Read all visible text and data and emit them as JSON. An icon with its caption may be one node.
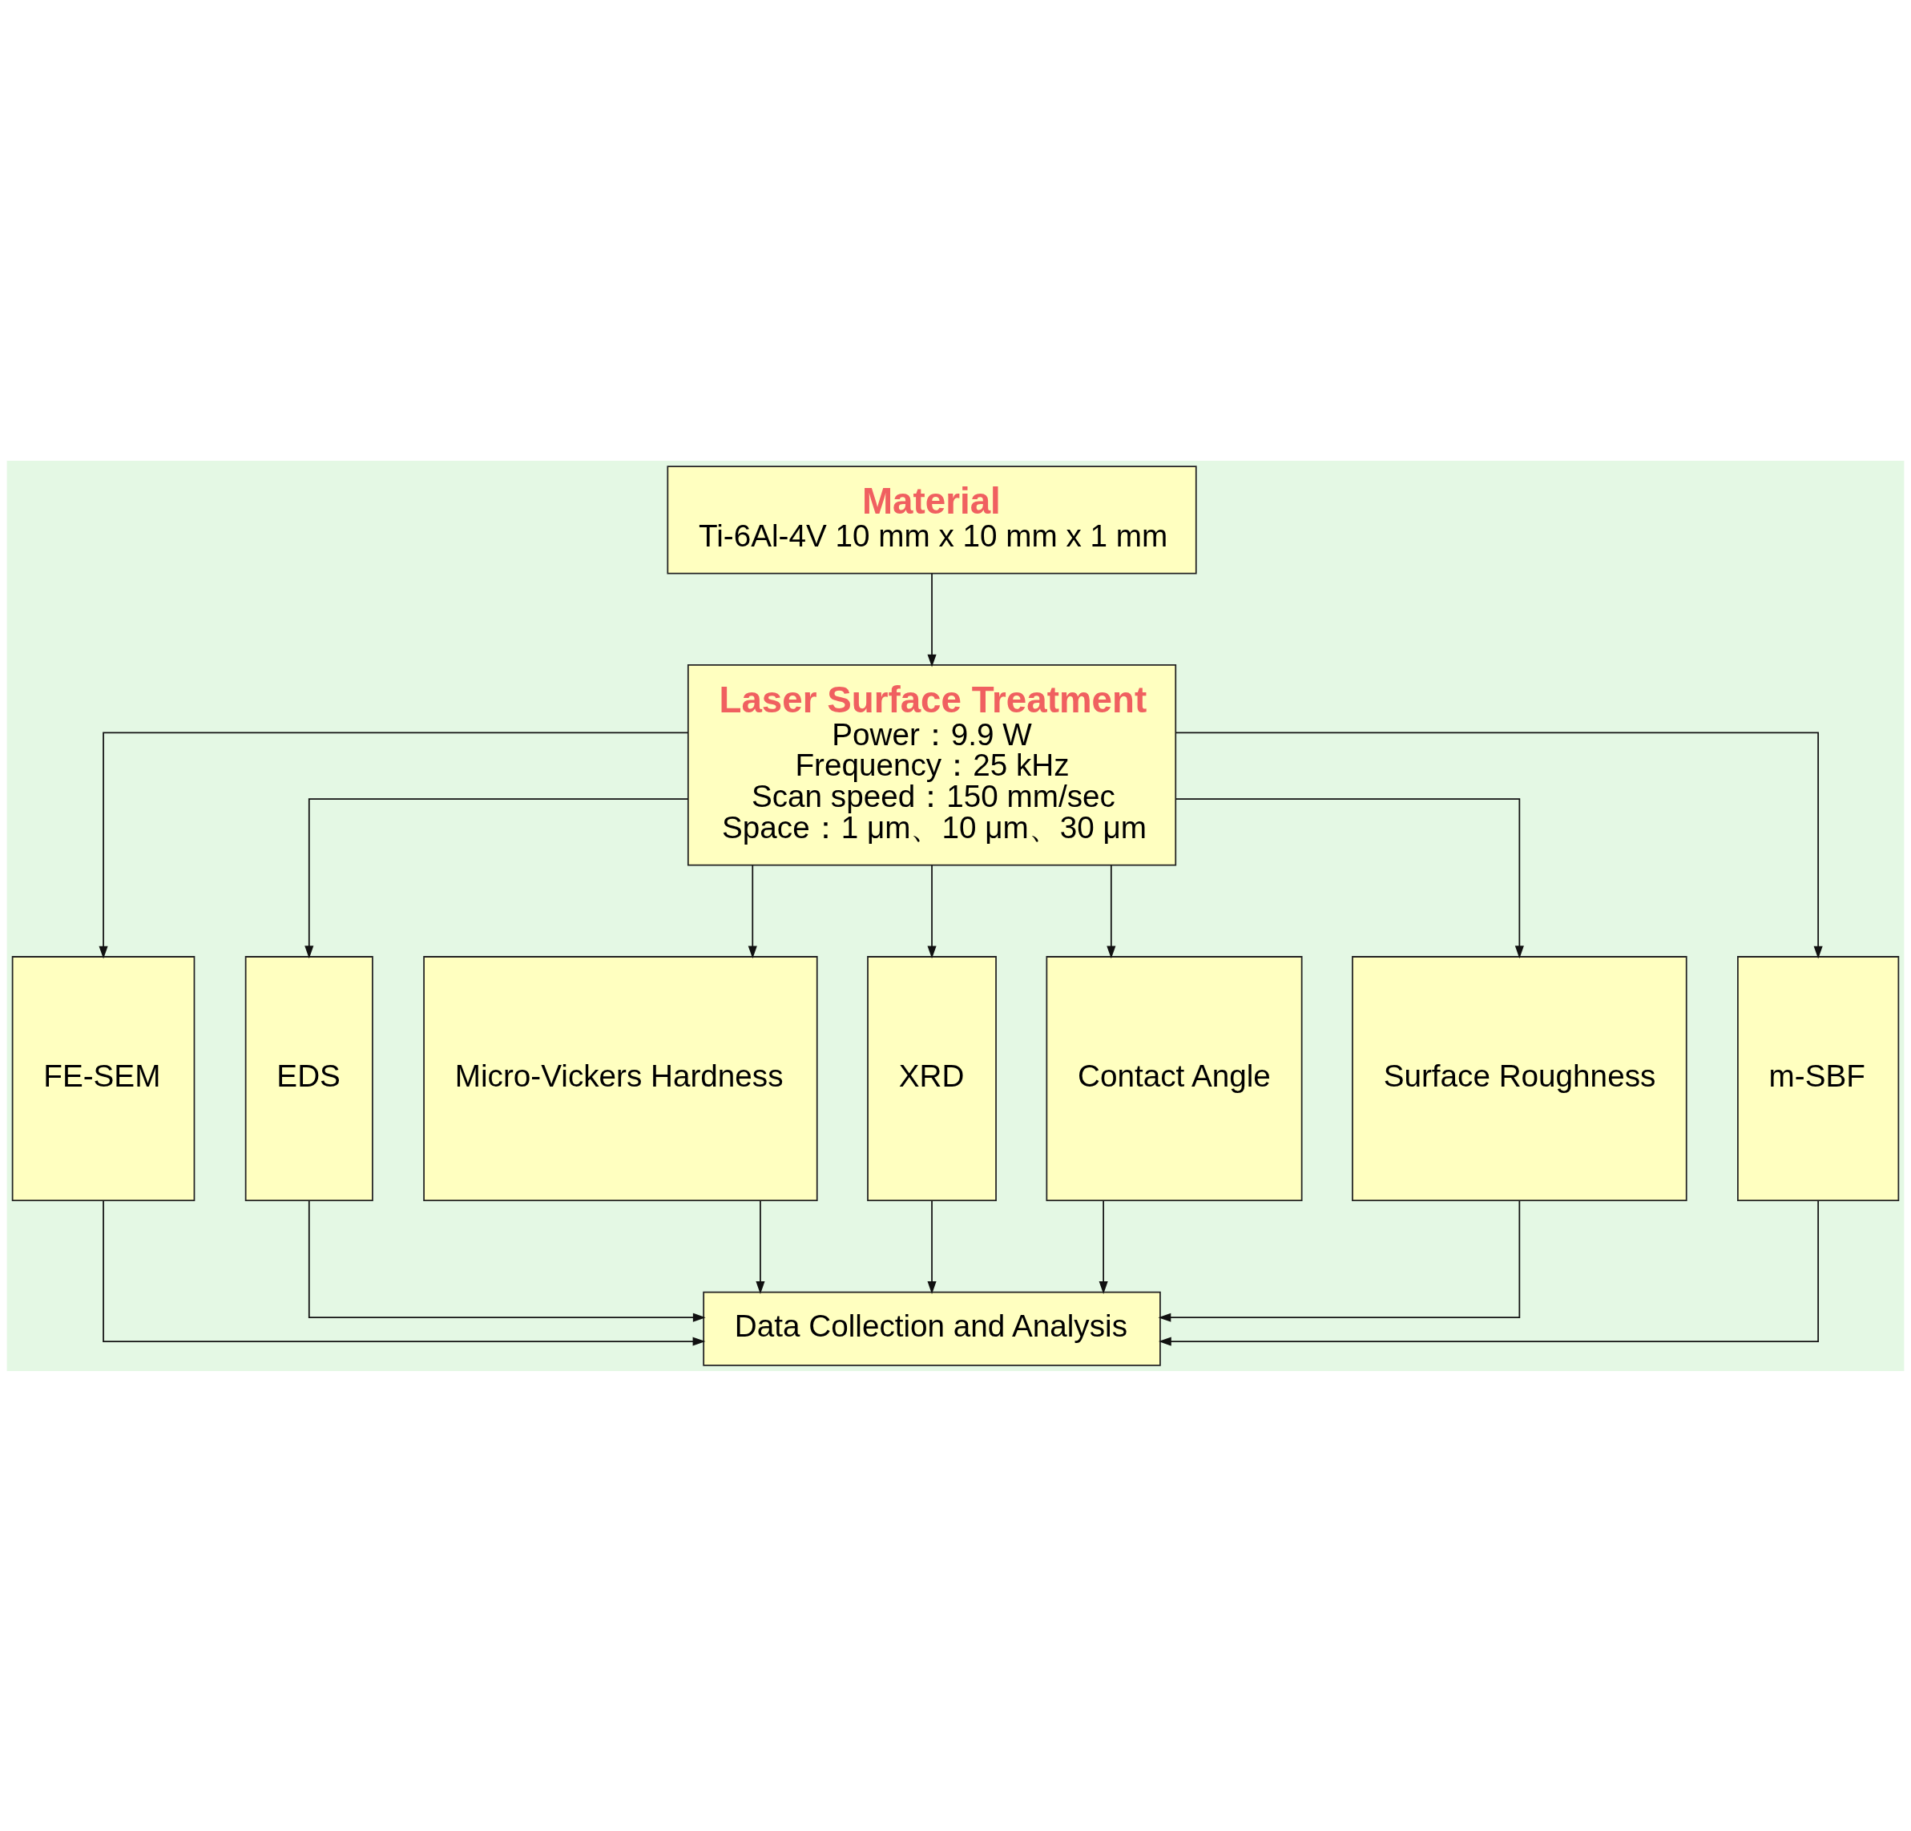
{
  "diagram": {
    "nodes": [
      {
        "text": [
          "Material",
          "Ti-6Al-4V 10 mm x 10 mm x 1 mm"
        ]
      },
      {
        "text": [
          "Laser Surface Treatment",
          "Power：9.9 W",
          "Frequency：25 kHz",
          "Scan speed：150 mm/sec",
          "Space：1 μm、10 μm、30 μm"
        ]
      },
      {
        "text": [
          "FE-SEM"
        ]
      },
      {
        "text": [
          "EDS"
        ]
      },
      {
        "text": [
          "Micro-Vickers Hardness"
        ]
      },
      {
        "text": [
          "XRD"
        ]
      },
      {
        "text": [
          "Contact Angle"
        ]
      },
      {
        "text": [
          "Surface Roughness"
        ]
      },
      {
        "text": [
          "m-SBF"
        ]
      },
      {
        "text": [
          "Data Collection and Analysis"
        ]
      }
    ],
    "edges": [
      {
        "from": 0,
        "to": 1,
        "arrow": "to"
      },
      {
        "from": 1,
        "to": 2,
        "arrow": "to"
      },
      {
        "from": 1,
        "to": 3,
        "arrow": "to"
      },
      {
        "from": 1,
        "to": 4,
        "arrow": "to"
      },
      {
        "from": 1,
        "to": 5,
        "arrow": "to"
      },
      {
        "from": 1,
        "to": 6,
        "arrow": "to"
      },
      {
        "from": 1,
        "to": 7,
        "arrow": "to"
      },
      {
        "from": 1,
        "to": 8,
        "arrow": "to"
      },
      {
        "from": 2,
        "to": 9,
        "arrow": "to"
      },
      {
        "from": 3,
        "to": 9,
        "arrow": "to"
      },
      {
        "from": 4,
        "to": 9,
        "arrow": "to"
      },
      {
        "from": 5,
        "to": 9,
        "arrow": "to"
      },
      {
        "from": 6,
        "to": 9,
        "arrow": "to"
      },
      {
        "from": 7,
        "to": 9,
        "arrow": "to"
      },
      {
        "from": 8,
        "to": 9,
        "arrow": "to"
      }
    ]
  }
}
